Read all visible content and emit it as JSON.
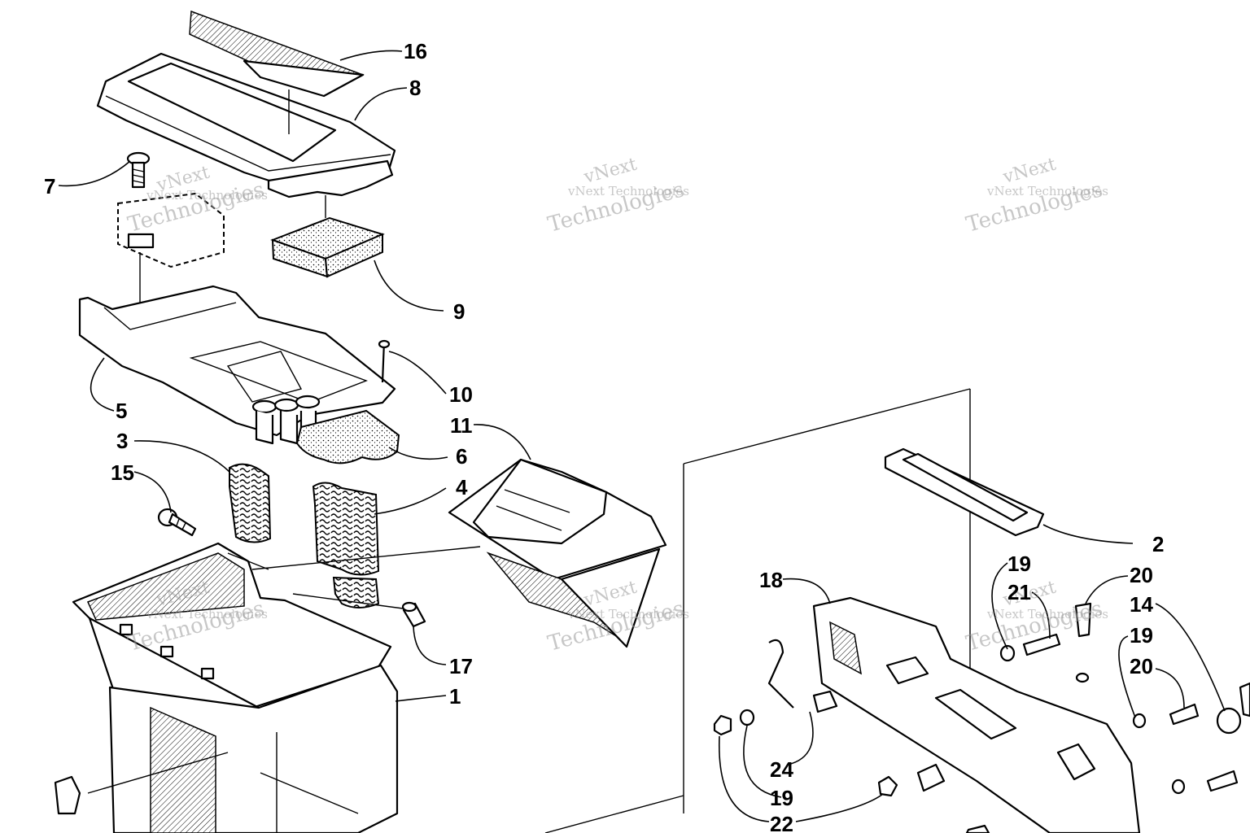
{
  "diagram": {
    "callouts": [
      {
        "id": "c16",
        "text": "16"
      },
      {
        "id": "c8",
        "text": "8"
      },
      {
        "id": "c7",
        "text": "7"
      },
      {
        "id": "c9",
        "text": "9"
      },
      {
        "id": "c10",
        "text": "10"
      },
      {
        "id": "c5",
        "text": "5"
      },
      {
        "id": "c11",
        "text": "11"
      },
      {
        "id": "c6",
        "text": "6"
      },
      {
        "id": "c3",
        "text": "3"
      },
      {
        "id": "c15",
        "text": "15"
      },
      {
        "id": "c4",
        "text": "4"
      },
      {
        "id": "c17",
        "text": "17"
      },
      {
        "id": "c1",
        "text": "1"
      },
      {
        "id": "c2",
        "text": "2"
      },
      {
        "id": "c19a",
        "text": "19"
      },
      {
        "id": "c21",
        "text": "21"
      },
      {
        "id": "c20a",
        "text": "20"
      },
      {
        "id": "c18",
        "text": "18"
      },
      {
        "id": "c14",
        "text": "14"
      },
      {
        "id": "c19b",
        "text": "19"
      },
      {
        "id": "c20b",
        "text": "20"
      },
      {
        "id": "c24",
        "text": "24"
      },
      {
        "id": "c19c",
        "text": "19"
      },
      {
        "id": "c22",
        "text": "22"
      }
    ],
    "watermark": {
      "line1": "vNext",
      "line2": "vNext Technologies",
      "line3": "Technologies"
    }
  }
}
